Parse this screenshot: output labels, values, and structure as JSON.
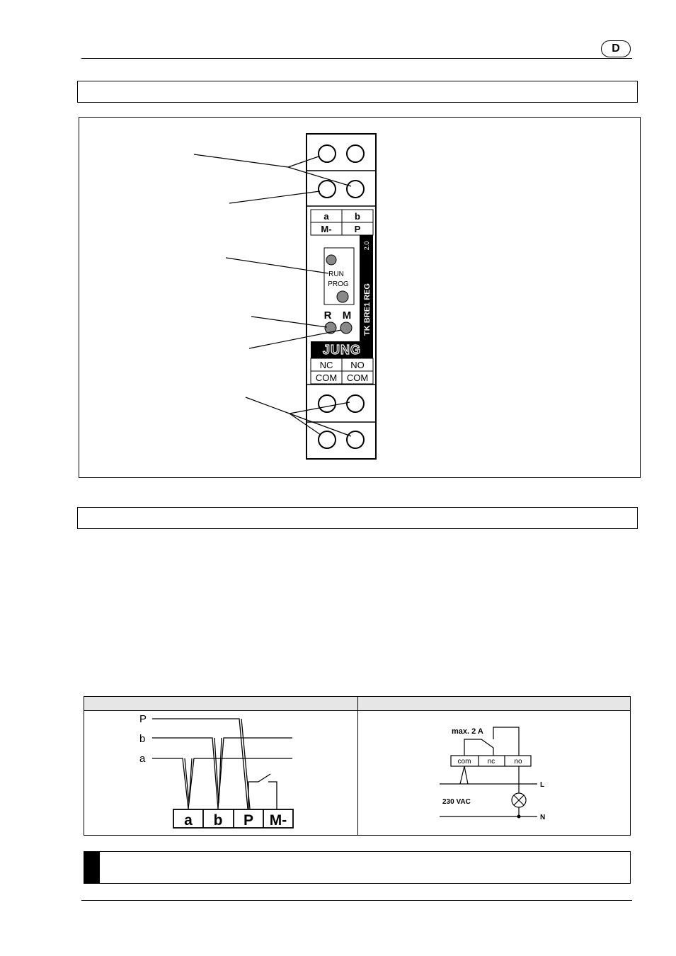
{
  "header": {
    "lang_badge": "D"
  },
  "device": {
    "terminal_top_left": "a",
    "terminal_top_right": "b",
    "terminal_bottom_left": "M-",
    "terminal_bottom_right": "P",
    "led_run": "RUN",
    "led_prog": "PROG",
    "label_r": "R",
    "label_m": "M",
    "model": "TK BRE1 REG",
    "version": "2.0",
    "brand": "JUNG",
    "relay_nc": "NC",
    "relay_no": "NO",
    "relay_com_left": "COM",
    "relay_com_right": "COM"
  },
  "wiring_left": {
    "line_p": "P",
    "line_b": "b",
    "line_a": "a",
    "terminals": [
      "a",
      "b",
      "P",
      "M-"
    ]
  },
  "wiring_right": {
    "max_current": "max. 2 A",
    "terminals": [
      "com",
      "nc",
      "no"
    ],
    "voltage": "230 VAC",
    "line_l": "L",
    "line_n": "N"
  }
}
